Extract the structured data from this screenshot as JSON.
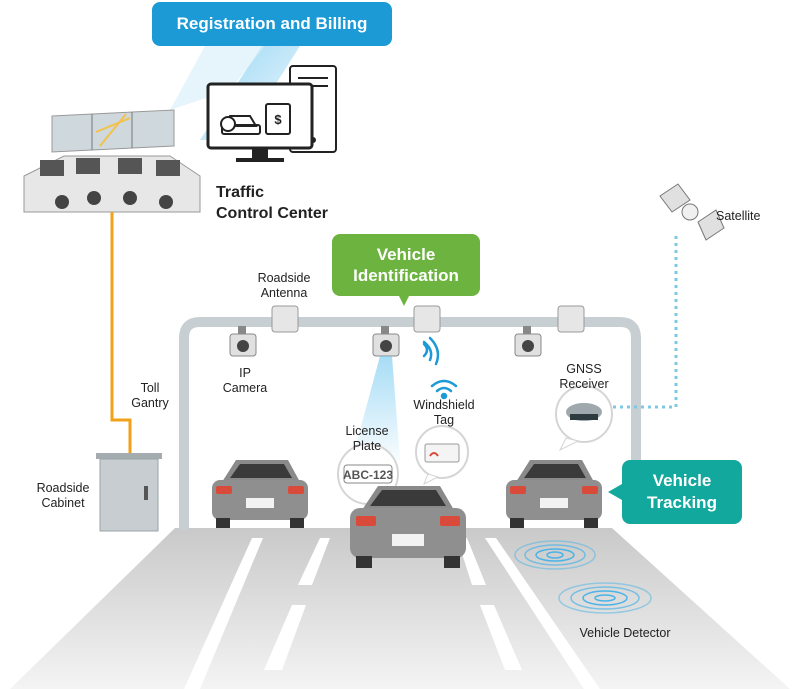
{
  "title_pill": "Registration and Billing",
  "vehicle_identification": [
    "Vehicle",
    "Identification"
  ],
  "vehicle_tracking": [
    "Vehicle",
    "Tracking"
  ],
  "traffic_control_center": [
    "Traffic",
    "Control Center"
  ],
  "labels": {
    "satellite": "Satellite",
    "roadside_antenna": [
      "Roadside",
      "Antenna"
    ],
    "ip_camera": [
      "IP",
      "Camera"
    ],
    "toll_gantry": [
      "Toll",
      "Gantry"
    ],
    "gnss_receiver": [
      "GNSS",
      "Receiver"
    ],
    "windshield_tag": [
      "Windshield",
      "Tag"
    ],
    "license_plate": [
      "License",
      "Plate"
    ],
    "roadside_cabinet": [
      "Roadside",
      "Cabinet"
    ],
    "vehicle_detector": "Vehicle Detector"
  },
  "plate_number": "ABC-123",
  "colors": {
    "blue": "#1b9ad6",
    "green": "#6cb33f",
    "teal": "#13a89e",
    "cable": "#f2a21a",
    "link": "#7ec8e3"
  }
}
